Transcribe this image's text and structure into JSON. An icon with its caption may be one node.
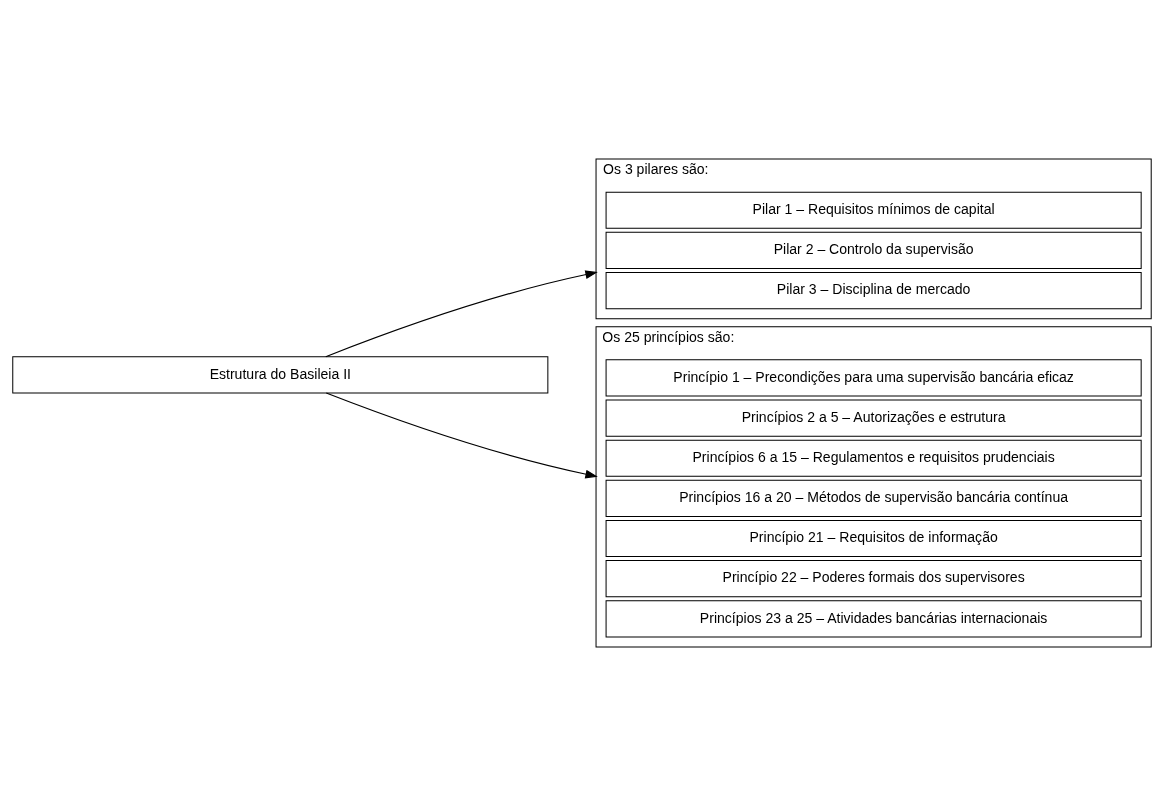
{
  "diagram": {
    "nodes": [
      {
        "text": [
          "Estrutura do Basileia II"
        ]
      },
      {
        "text": [
          "Os 3 pilares são:"
        ]
      },
      {
        "text": [
          "Pilar 1 – Requisitos mínimos de capital"
        ],
        "in": 1
      },
      {
        "text": [
          "Pilar 2 – Controlo da supervisão"
        ],
        "in": 1
      },
      {
        "text": [
          "Pilar 3 – Disciplina de mercado"
        ],
        "in": 1
      },
      {
        "text": [
          "Os 25 princípios são:"
        ]
      },
      {
        "text": [
          "Princípio 1 – Precondições para uma supervisão bancária eficaz"
        ],
        "in": 5
      },
      {
        "text": [
          "Princípios 2 a 5 – Autorizações e estrutura"
        ],
        "in": 5
      },
      {
        "text": [
          "Princípios 6 a 15 – Regulamentos e requisitos prudenciais"
        ],
        "in": 5
      },
      {
        "text": [
          "Princípios 16 a 20 – Métodos de supervisão bancária contínua"
        ],
        "in": 5
      },
      {
        "text": [
          "Princípio 21 – Requisitos de informação"
        ],
        "in": 5
      },
      {
        "text": [
          "Princípio 22 – Poderes formais dos supervisores"
        ],
        "in": 5
      },
      {
        "text": [
          "Princípios 23 a 25 – Atividades bancárias internacionais"
        ],
        "in": 5
      }
    ],
    "edges": [
      {
        "from": 0,
        "to": 1,
        "arrow": "to"
      },
      {
        "from": 0,
        "to": 5,
        "arrow": "to"
      }
    ]
  }
}
